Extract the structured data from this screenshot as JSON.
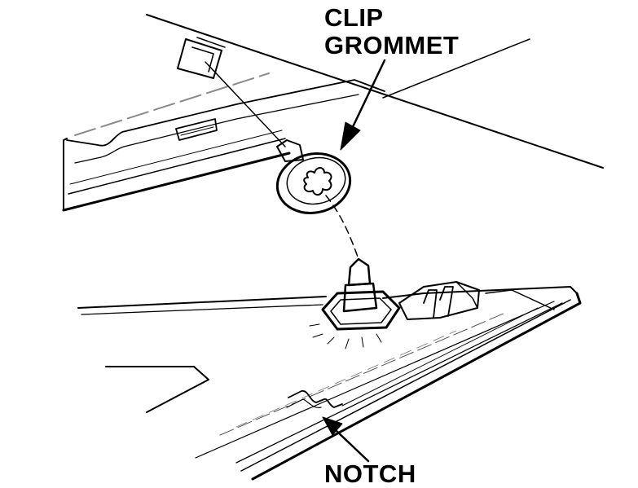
{
  "labels": {
    "clip": "CLIP",
    "grommet": "GROMMET",
    "notch": "NOTCH"
  },
  "colors": {
    "ink": "#000000",
    "gray_line": "#8a8a8a",
    "background": "#ffffff"
  }
}
